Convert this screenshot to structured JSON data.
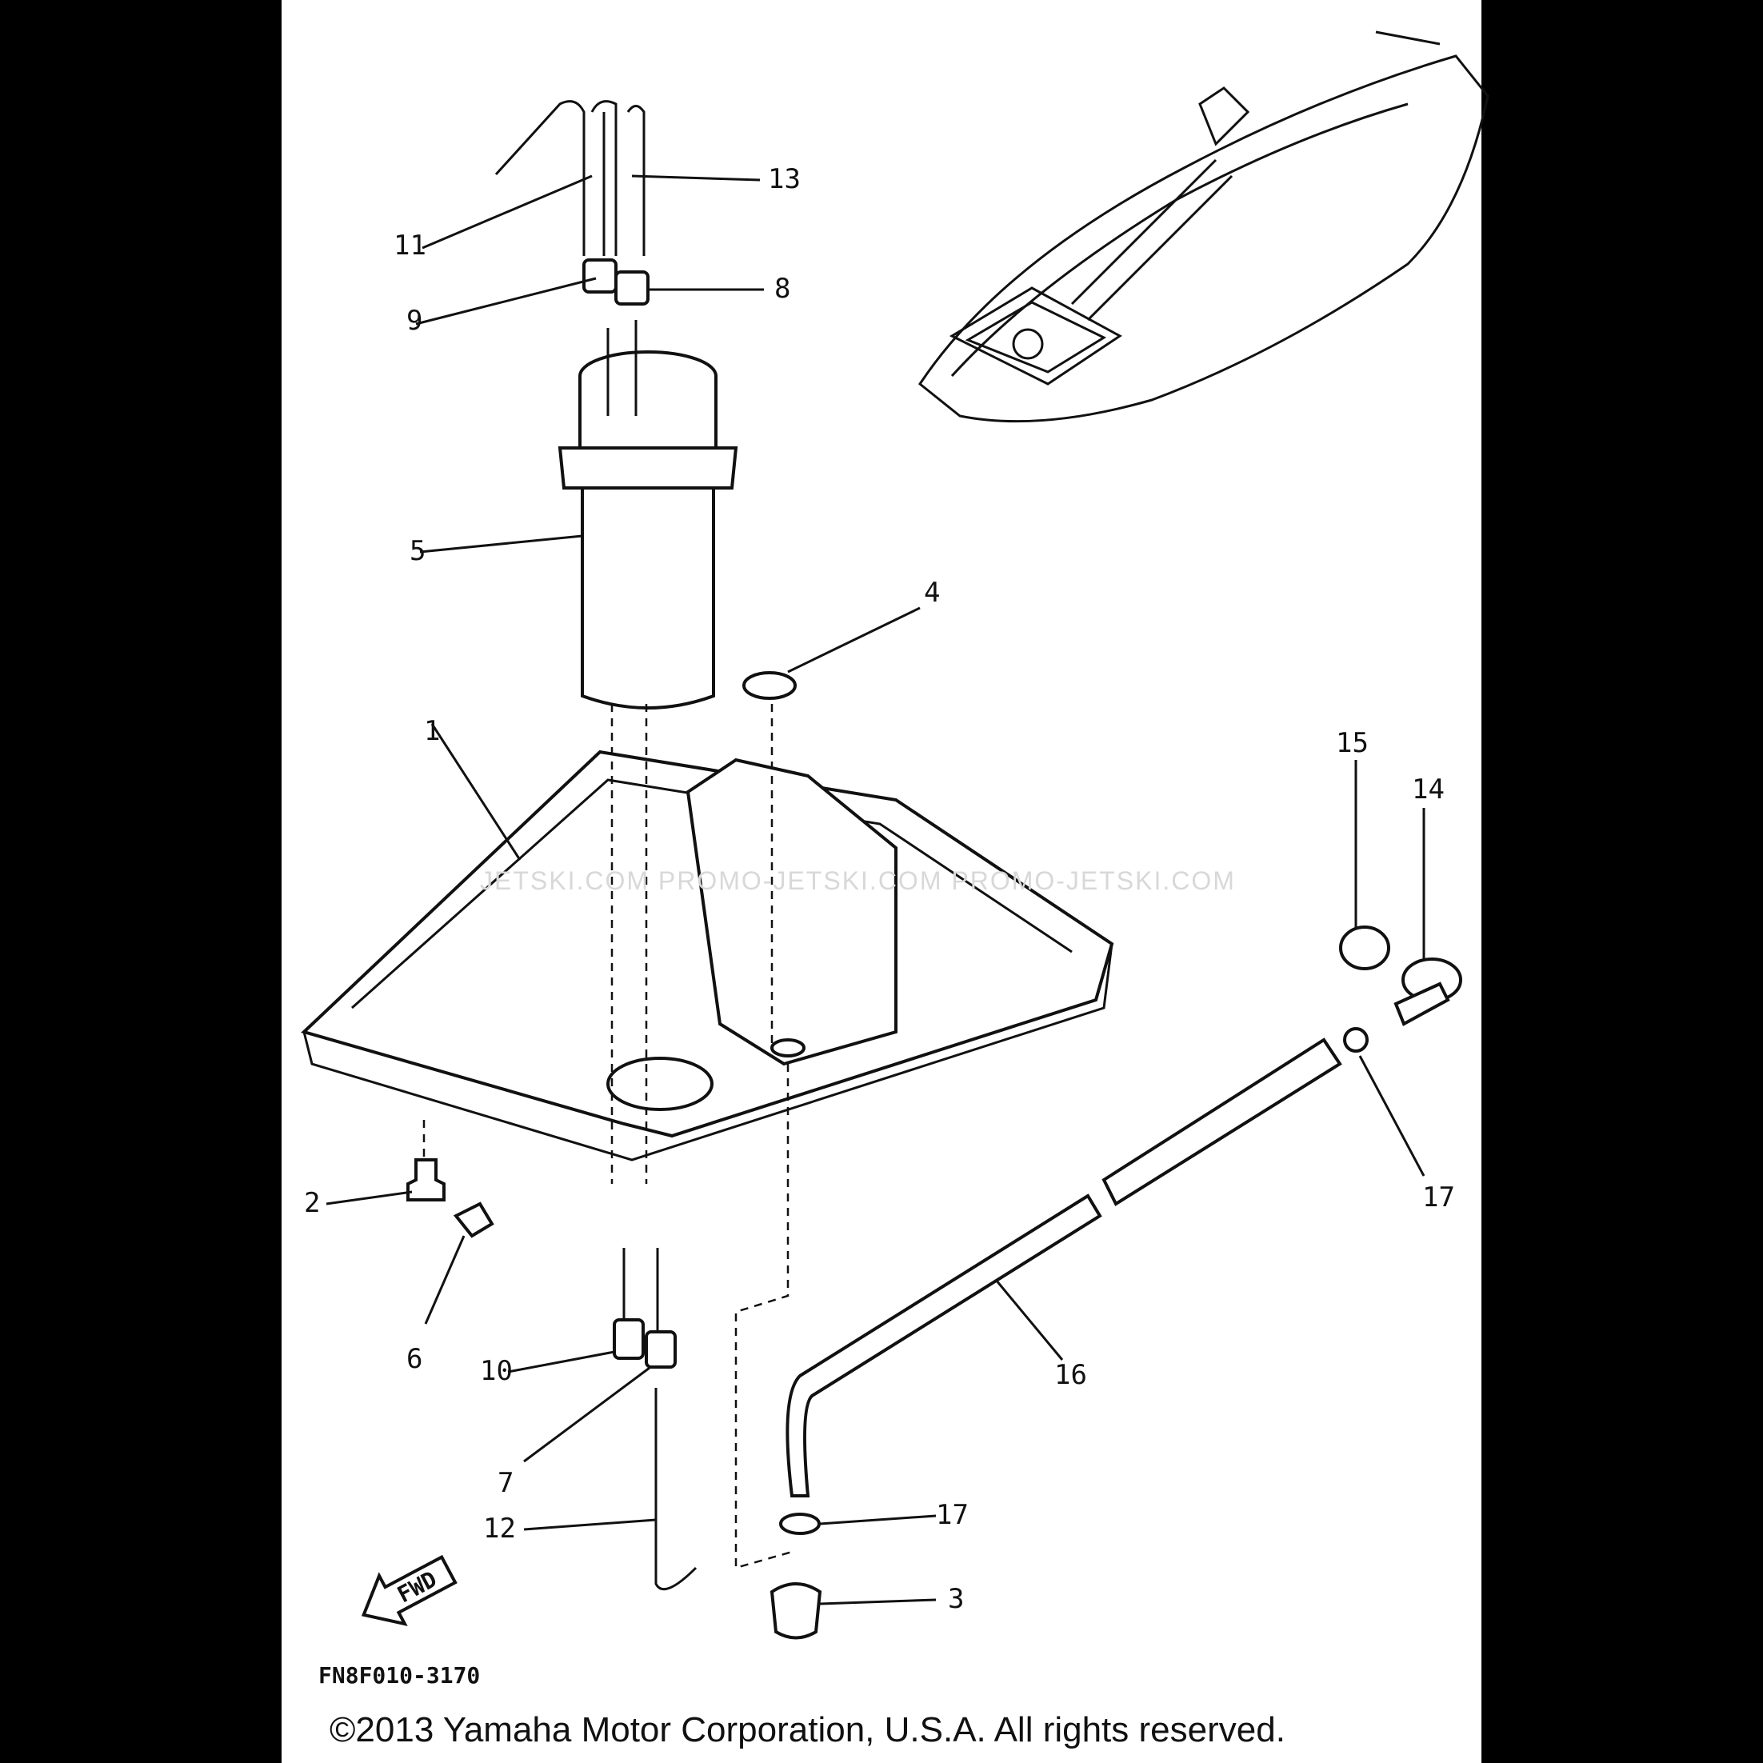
{
  "callouts": [
    "1",
    "2",
    "3",
    "4",
    "5",
    "6",
    "7",
    "8",
    "9",
    "10",
    "11",
    "12",
    "13",
    "14",
    "15",
    "16",
    "17",
    "17"
  ],
  "watermark": "JETSKI.COM    PROMO-JETSKI.COM    PROMO-JETSKI.COM",
  "fwd_label": "FWD",
  "figure_code": "FN8F010-3170",
  "copyright": "©2013 Yamaha Motor Corporation, U.S.A. All rights reserved."
}
